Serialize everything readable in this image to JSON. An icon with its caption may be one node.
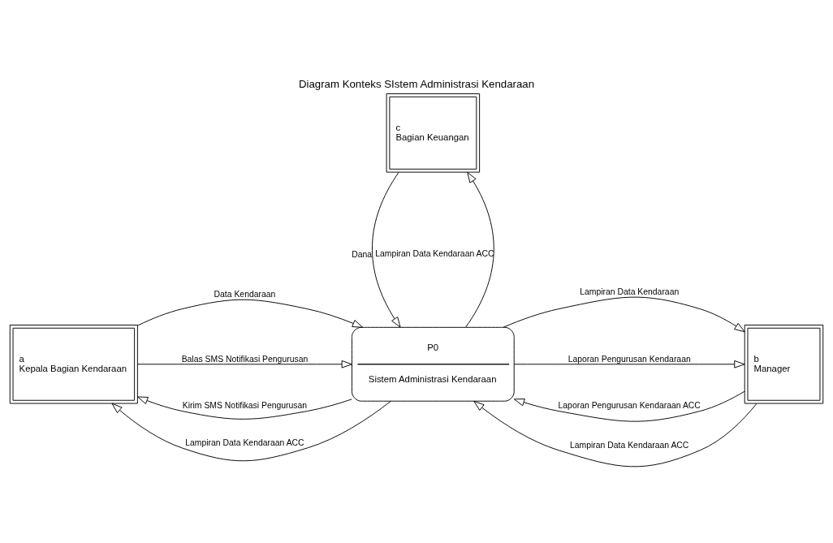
{
  "diagram": {
    "title": "Diagram Konteks SIstem Administrasi Kendaraan",
    "nodes": [
      {
        "text": [
          "a",
          "Kepala Bagian Kendaraan"
        ]
      },
      {
        "text": [
          "P0",
          "Sistem Administrasi Kendaraan"
        ]
      },
      {
        "text": [
          "b",
          "Manager"
        ]
      },
      {
        "text": [
          "c",
          "Bagian Keuangan"
        ]
      }
    ],
    "edges": [
      {
        "from": 1,
        "to": 0,
        "arrow": "to",
        "label": "Kirim SMS Notifikasi Pengurusan"
      },
      {
        "from": 0,
        "to": 1,
        "arrow": "to",
        "label": "Data Kendaraan"
      },
      {
        "from": 0,
        "to": 1,
        "arrow": "to",
        "label": "Balas SMS Notifikasi Pengurusan"
      },
      {
        "from": 1,
        "to": 0,
        "arrow": "to",
        "label": "Lampiran Data Kendaraan ACC"
      },
      {
        "from": 2,
        "to": 1,
        "arrow": "to",
        "label": "Laporan Pengurusan Kendaraan ACC"
      },
      {
        "from": 1,
        "to": 2,
        "arrow": "to",
        "label": "Lampiran Data Kendaraan"
      },
      {
        "from": 2,
        "to": 1,
        "arrow": "to",
        "label": "Lampiran Data Kendaraan ACC"
      },
      {
        "from": 1,
        "to": 2,
        "arrow": "to",
        "label": "Laporan Pengurusan Kendaraan"
      },
      {
        "from": 1,
        "to": 3,
        "arrow": "to",
        "label": "Lampiran Data Kendaraan ACC"
      },
      {
        "from": 3,
        "to": 1,
        "arrow": "to",
        "label": "Dana"
      }
    ]
  }
}
